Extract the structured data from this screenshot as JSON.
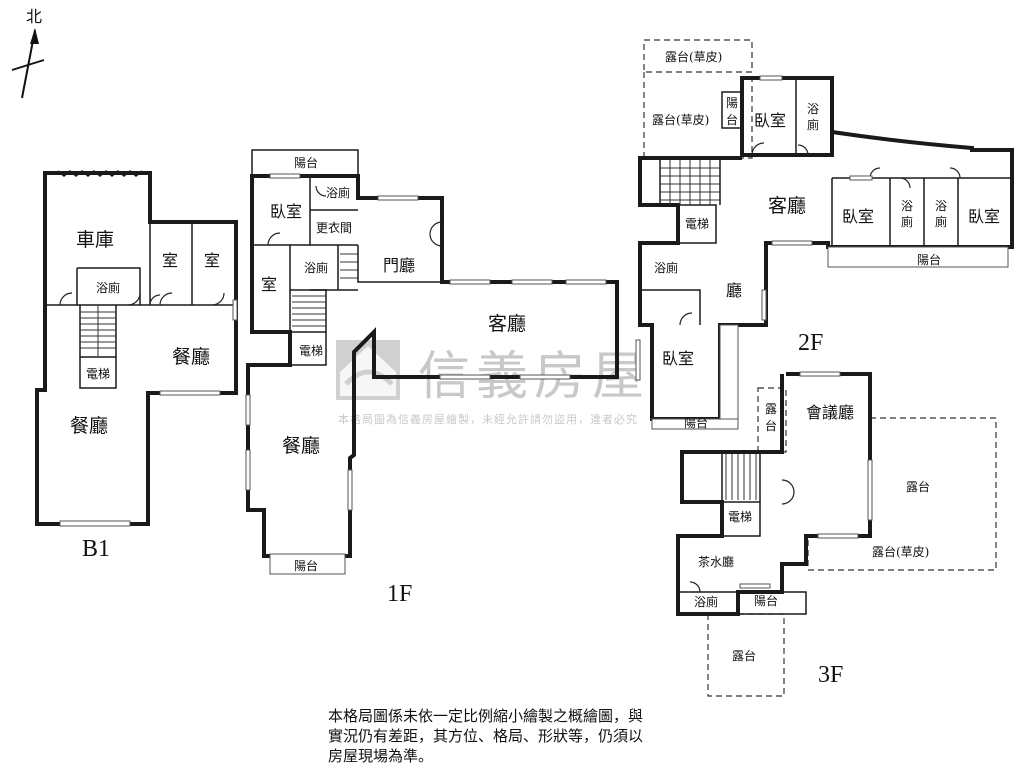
{
  "compass": {
    "label": "北"
  },
  "floors": {
    "b1": "B1",
    "f1": "1F",
    "f2": "2F",
    "f3": "3F"
  },
  "rooms": {
    "b1": {
      "garage": "車庫",
      "room_a": "室",
      "room_b": "室",
      "bath": "浴廁",
      "elevator": "電梯",
      "dining_right": "餐廳",
      "dining_main": "餐廳"
    },
    "f1": {
      "balcony_top": "陽台",
      "bedroom": "臥室",
      "bath_top": "浴廁",
      "closet": "更衣間",
      "bath_mid": "浴廁",
      "room": "室",
      "foyer": "門廳",
      "living": "客廳",
      "elevator": "電梯",
      "dining": "餐廳",
      "balcony_bottom": "陽台"
    },
    "f2": {
      "terrace_lawn_top": "露台(草皮)",
      "terrace_lawn": "露台(草皮)",
      "balcony_small_1": "陽",
      "balcony_small_2": "台",
      "bedroom_top": "臥室",
      "bath_top_1": "浴",
      "bath_top_2": "廁",
      "living": "客廳",
      "elevator": "電梯",
      "bedroom_right_1": "臥室",
      "bath_r1_1": "浴",
      "bath_r1_2": "廁",
      "bath_r2_1": "浴",
      "bath_r2_2": "廁",
      "bedroom_right_2": "臥室",
      "balcony_right": "陽台",
      "bath_left": "浴廁",
      "hall": "廳",
      "bedroom_left": "臥室",
      "balcony_left": "陽台"
    },
    "f3": {
      "terrace_small_1": "露",
      "terrace_small_2": "台",
      "meeting": "會議廳",
      "terrace_right": "露台",
      "elevator": "電梯",
      "tea_room": "茶水廳",
      "terrace_lawn": "露台(草皮)",
      "bath": "浴廁",
      "balcony": "陽台",
      "terrace_bottom": "露台"
    }
  },
  "watermark": {
    "brand": "信義房屋",
    "notice": "本格局圖為信義房屋繪製，未經允許請勿盜用，違者必究"
  },
  "disclaimer": [
    "本格局圖係未依一定比例縮小繪製之概繪圖，與",
    "實況仍有差距，其方位、格局、形狀等，仍須以",
    "房屋現場為準。"
  ]
}
